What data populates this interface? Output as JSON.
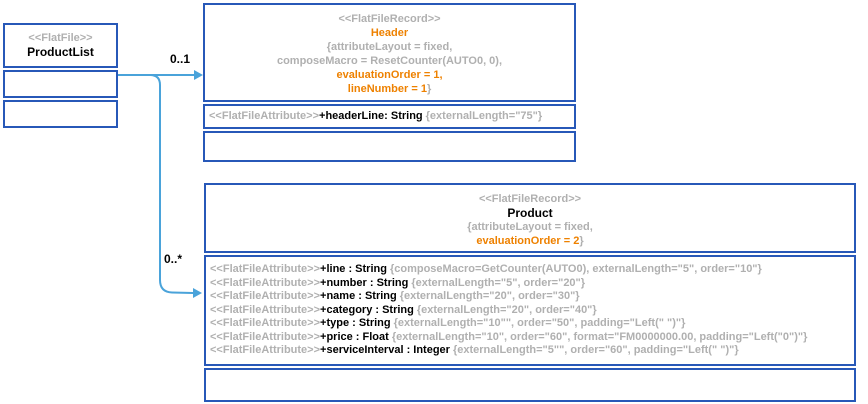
{
  "colors": {
    "border_blue": "#2758b8",
    "connector_blue": "#4aa3da",
    "gray_text": "#b0b0b0",
    "orange_text": "#ee8100"
  },
  "product_list": {
    "stereotype": "<<FlatFile>>",
    "name": "ProductList"
  },
  "edges": {
    "header_multiplicity": "0..1",
    "product_multiplicity": "0..*"
  },
  "header_record": {
    "stereotype": "<<FlatFileRecord>>",
    "name": "Header",
    "constraint_line1": "{attributeLayout = fixed,",
    "constraint_line2": "composeMacro = ResetCounter(AUTO0, 0),",
    "constraint_line3": "evaluationOrder = 1,",
    "constraint_line4": "lineNumber = 1",
    "constraint_close": "}",
    "attributes": [
      {
        "st": "<<FlatFileAttribute>>",
        "name": "+headerLine: String",
        "constraint": "{externalLength=\"75\"}"
      }
    ]
  },
  "product_record": {
    "stereotype": "<<FlatFileRecord>>",
    "name": "Product",
    "constraint_line1": "{attributeLayout = fixed,",
    "constraint_line2": "evaluationOrder = 2",
    "constraint_close": "}",
    "attributes": [
      {
        "st": "<<FlatFileAttribute>>",
        "name": "+line : String",
        "constraint": "{composeMacro=GetCounter(AUTO0), externalLength=\"5\", order=\"10\"}"
      },
      {
        "st": "<<FlatFileAttribute>>",
        "name": "+number : String",
        "constraint": "{externalLength=\"5\", order=\"20\"}"
      },
      {
        "st": "<<FlatFileAttribute>>",
        "name": "+name : String",
        "constraint": "{externalLength=\"20\", order=\"30\"}"
      },
      {
        "st": "<<FlatFileAttribute>>",
        "name": "+category : String",
        "constraint": "{externalLength=\"20\", order=\"40\"}"
      },
      {
        "st": "<<FlatFileAttribute>>",
        "name": "+type : String",
        "constraint": "{externalLength=\"10\"\", order=\"50\", padding=\"Left(\" \")\"}"
      },
      {
        "st": "<<FlatFileAttribute>>",
        "name": "+price : Float",
        "constraint": "{externalLength=\"10\", order=\"60\", format=\"FM0000000.00, padding=\"Left(\"0\")\"}"
      },
      {
        "st": "<<FlatFileAttribute>>",
        "name": "+serviceInterval : Integer",
        "constraint": "{externalLength=\"5\"\", order=\"60\", padding=\"Left(\" \")\"}"
      }
    ]
  }
}
